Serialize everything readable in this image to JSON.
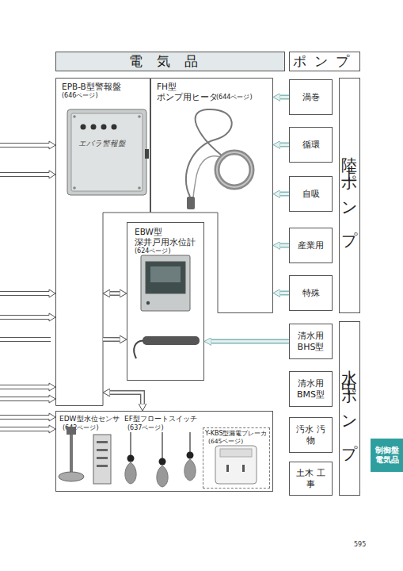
{
  "diagram": {
    "nodes": [
      {
        "text": [
          "電気品"
        ]
      },
      {
        "text": [
          "ポンプ"
        ]
      },
      {
        "text": [
          "EPB-B型警報盤",
          "(646ページ)"
        ]
      },
      {
        "text": [
          "FH型",
          "ポンプ用ヒータ",
          "(644ページ)"
        ]
      },
      {
        "text": [
          "渦巻"
        ]
      },
      {
        "text": [
          "循環"
        ]
      },
      {
        "text": [
          "自吸"
        ]
      },
      {
        "text": [
          "産業用"
        ]
      },
      {
        "text": [
          "特殊"
        ]
      },
      {
        "text": [
          "EBW型",
          "深井戸用水位計",
          "(624ページ)"
        ]
      },
      {
        "text": [
          "清水用 BHS型"
        ]
      },
      {
        "text": [
          "清水用 BMS型"
        ]
      },
      {
        "text": [
          "EDW型水位センサ",
          "(642ページ)",
          "EF型フロートスイッチ",
          "(637ページ)"
        ]
      },
      {
        "text": [
          "Y-KBS型漏電ブレーカ",
          "(645ページ)"
        ],
        "in": 12
      },
      {
        "text": [
          "汚水 汚物"
        ]
      },
      {
        "text": [
          "土木 工事"
        ]
      },
      {
        "text": [
          "陸上ポンプ"
        ]
      },
      {
        "text": [
          "水中ポンプ"
        ]
      },
      {
        "text": [
          "制御盤 電気品"
        ]
      }
    ],
    "edges": [
      {
        "from": 4,
        "to": 3,
        "arrow": "to"
      },
      {
        "from": 5,
        "to": 3,
        "arrow": "to"
      },
      {
        "from": 6,
        "to": 3,
        "arrow": "to"
      },
      {
        "from": 7,
        "to": 3,
        "arrow": "to"
      },
      {
        "from": 8,
        "to": 3,
        "arrow": "to"
      },
      {
        "from": 2,
        "to": 9,
        "arrow": "both"
      },
      {
        "from": 2,
        "to": 9,
        "arrow": "to"
      },
      {
        "from": 10,
        "to": 9,
        "arrow": "to"
      },
      {
        "from": 2,
        "to": 12,
        "arrow": "both"
      }
    ],
    "labels": [
      "エバラ警報盤",
      "595"
    ]
  }
}
